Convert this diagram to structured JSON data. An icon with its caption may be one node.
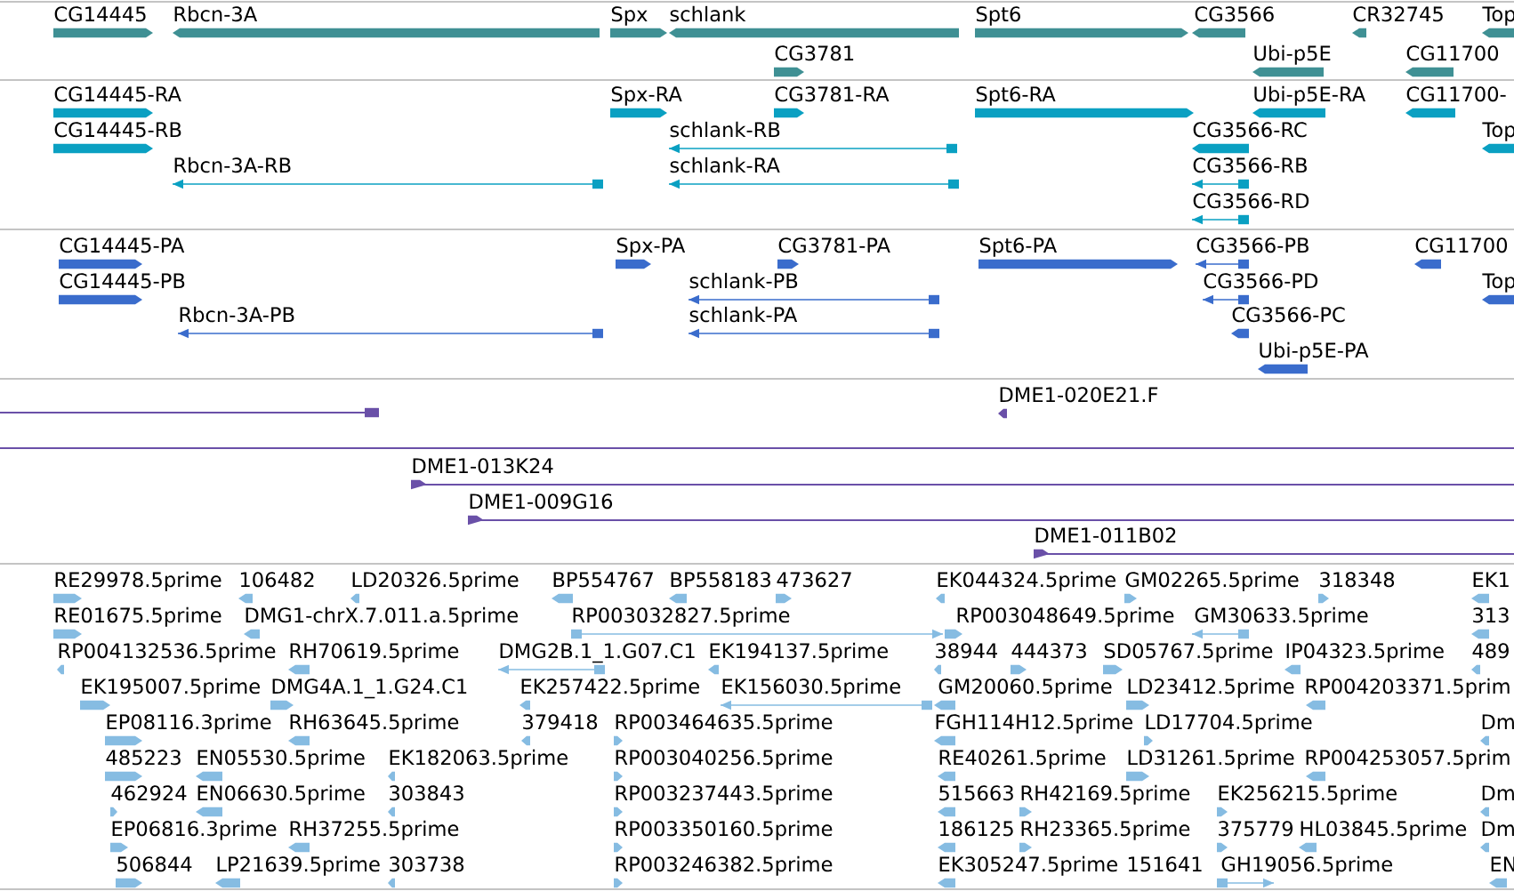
{
  "diagram": {
    "labels": [
      "CG14445",
      "Rbcn-3A",
      "Spx",
      "schlank",
      "Spt6",
      "CG3566",
      "CR32745",
      "Top",
      "CG3781",
      "Ubi-p5E",
      "CG11700",
      "CG14445-RA",
      "Spx-RA",
      "CG3781-RA",
      "Spt6-RA",
      "Ubi-p5E-RA",
      "CG11700-",
      "CG14445-RB",
      "schlank-RB",
      "CG3566-RC",
      "Top",
      "Rbcn-3A-RB",
      "schlank-RA",
      "CG3566-RB",
      "CG3566-RD",
      "CG14445-PA",
      "Spx-PA",
      "CG3781-PA",
      "Spt6-PA",
      "CG3566-PB",
      "CG11700",
      "CG14445-PB",
      "schlank-PB",
      "CG3566-PD",
      "Top",
      "Rbcn-3A-PB",
      "schlank-PA",
      "CG3566-PC",
      "Ubi-p5E-PA",
      "DME1-020E21.F",
      "DME1-013K24",
      "DME1-009G16",
      "DME1-011B02",
      "RE29978.5prime",
      "106482",
      "LD20326.5prime",
      "BP554767",
      "BP558183",
      "473627",
      "EK044324.5prime",
      "GM02265.5prime",
      "318348",
      "EK1",
      "RE01675.5prime",
      "DMG1-chrX.7.011.a.5prime",
      "RP003032827.5prime",
      "RP003048649.5prime",
      "GM30633.5prime",
      "313",
      "RP004132536.5prime",
      "RH70619.5prime",
      "DMG2B.1_1.G07.C1",
      "EK194137.5prime",
      "38944",
      "444373",
      "SD05767.5prime",
      "IP04323.5prime",
      "489",
      "EK195007.5prime",
      "DMG4A.1_1.G24.C1",
      "EK257422.5prime",
      "EK156030.5prime",
      "GM20060.5prime",
      "LD23412.5prime",
      "RP004203371.5prim",
      "EP08116.3prime",
      "RH63645.5prime",
      "379418",
      "RP003464635.5prime",
      "FGH114H12.5prime",
      "LD17704.5prime",
      "Dm",
      "485223",
      "EN05530.5prime",
      "EK182063.5prime",
      "RP003040256.5prime",
      "RE40261.5prime",
      "LD31261.5prime",
      "RP004253057.5prim",
      "462924",
      "EN06630.5prime",
      "303843",
      "RP003237443.5prime",
      "515663",
      "RH42169.5prime",
      "EK256215.5prime",
      "Dm",
      "EP06816.3prime",
      "RH37255.5prime",
      "RP003350160.5prime",
      "186125",
      "RH23365.5prime",
      "375779",
      "HL03845.5prime",
      "Dm",
      "506844",
      "LP21639.5prime",
      "303738",
      "RP003246382.5prime",
      "EK305247.5prime",
      "151641",
      "GH19056.5prime",
      "EN"
    ]
  }
}
